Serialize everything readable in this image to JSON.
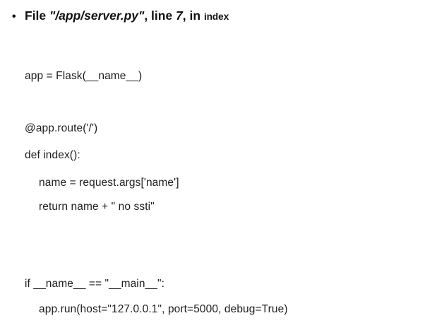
{
  "header": {
    "bullet": "•",
    "file_label": "File ",
    "file_path": "\"/app/server.py\"",
    "line_label": ", line ",
    "line_number": "7",
    "in_label": ", in ",
    "function_name": "index"
  },
  "code": {
    "lines": [
      {
        "text": "app = Flask(__name__)",
        "indented": false
      },
      {
        "text": "@app.route('/')",
        "indented": false
      },
      {
        "text": "def index():",
        "indented": false
      },
      {
        "text": "name = request.args['name']",
        "indented": true
      },
      {
        "text": "return name + \" no ssti\"",
        "indented": true
      },
      {
        "text": "if __name__ == \"__main__\":",
        "indented": false
      },
      {
        "text": "app.run(host=\"127.0.0.1\", port=5000, debug=True)",
        "indented": true
      }
    ]
  },
  "colors": {
    "background": "#ffffff",
    "header_text": "#111111",
    "code_text": "#1d1d1d"
  }
}
